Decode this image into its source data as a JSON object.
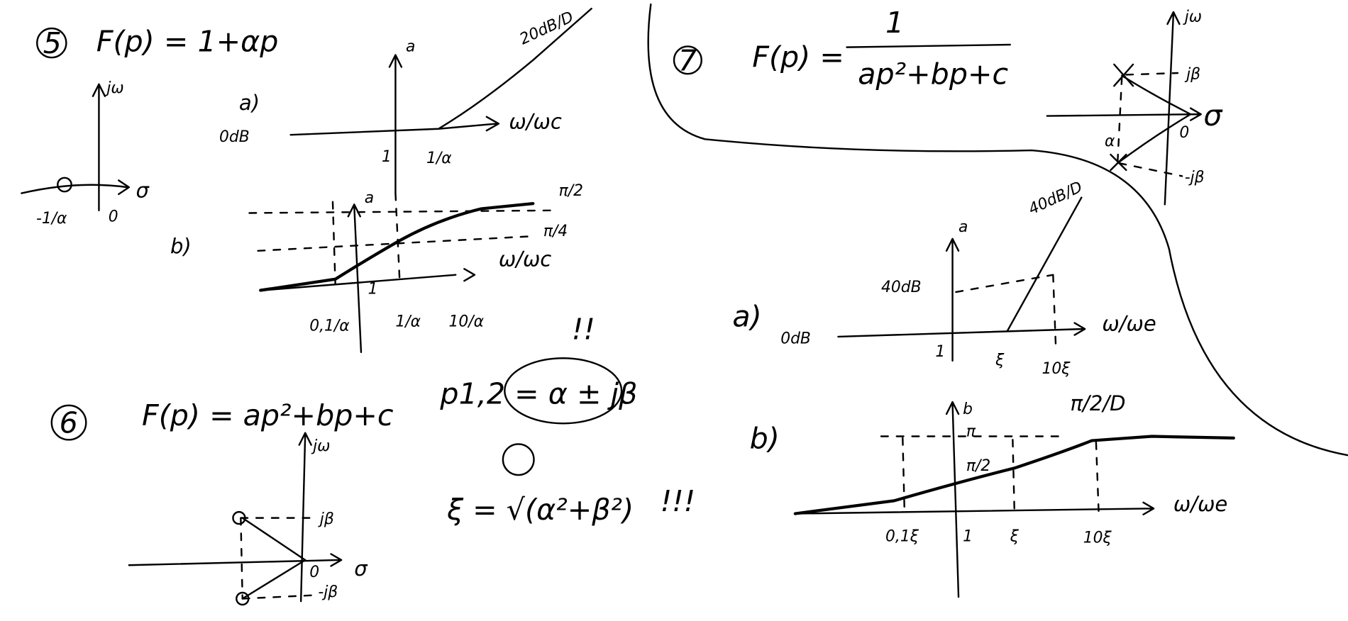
{
  "section5": {
    "number": "5",
    "formula": "F(p) = 1+αp",
    "pole_zero": {
      "jw": "jω",
      "sigma": "σ",
      "zero_label": "-1/α",
      "origin": "0"
    },
    "amplitude": {
      "label": "a)",
      "axis": "a",
      "zero_db": "0dB",
      "one": "1",
      "break": "1/α",
      "slope": "20dB/D",
      "x_axis": "ω/ωc"
    },
    "phase": {
      "label": "b)",
      "axis": "a",
      "pi2": "π/2",
      "pi4": "π/4",
      "x_axis": "ω/ωc",
      "ticks": [
        "0,1/α",
        "1",
        "1/α",
        "10/α"
      ]
    }
  },
  "section6": {
    "number": "6",
    "formula": "F(p) = ap²+bp+c",
    "roots": "p1,2 = α ± jβ",
    "exclaim1": "!!",
    "xi": "ξ = √(α²+β²)",
    "exclaim2": "!!!",
    "plane": {
      "jw": "jω",
      "sigma": "σ",
      "pos": "jβ",
      "neg": "-jβ",
      "origin": "0"
    }
  },
  "section7": {
    "number": "7",
    "formula_num": "1",
    "formula_lhs": "F(p) =",
    "formula_den": "ap²+bp+c",
    "plane": {
      "jw": "jω",
      "sigma": "σ",
      "pos": "jβ",
      "neg": "-jβ",
      "origin": "0",
      "alpha": "α"
    },
    "amplitude": {
      "label": "a)",
      "axis": "a",
      "zero_db": "0dB",
      "level": "40dB",
      "slope": "40dB/D",
      "one": "1",
      "xi": "ξ",
      "ten_xi": "10ξ",
      "x_axis": "ω/ωe"
    },
    "phase": {
      "label": "b)",
      "axis": "b",
      "pi": "π",
      "pi2": "π/2",
      "slope": "π/2/D",
      "ticks": [
        "0,1ξ",
        "1",
        "ξ",
        "10ξ"
      ],
      "x_axis": "ω/ωe"
    }
  }
}
